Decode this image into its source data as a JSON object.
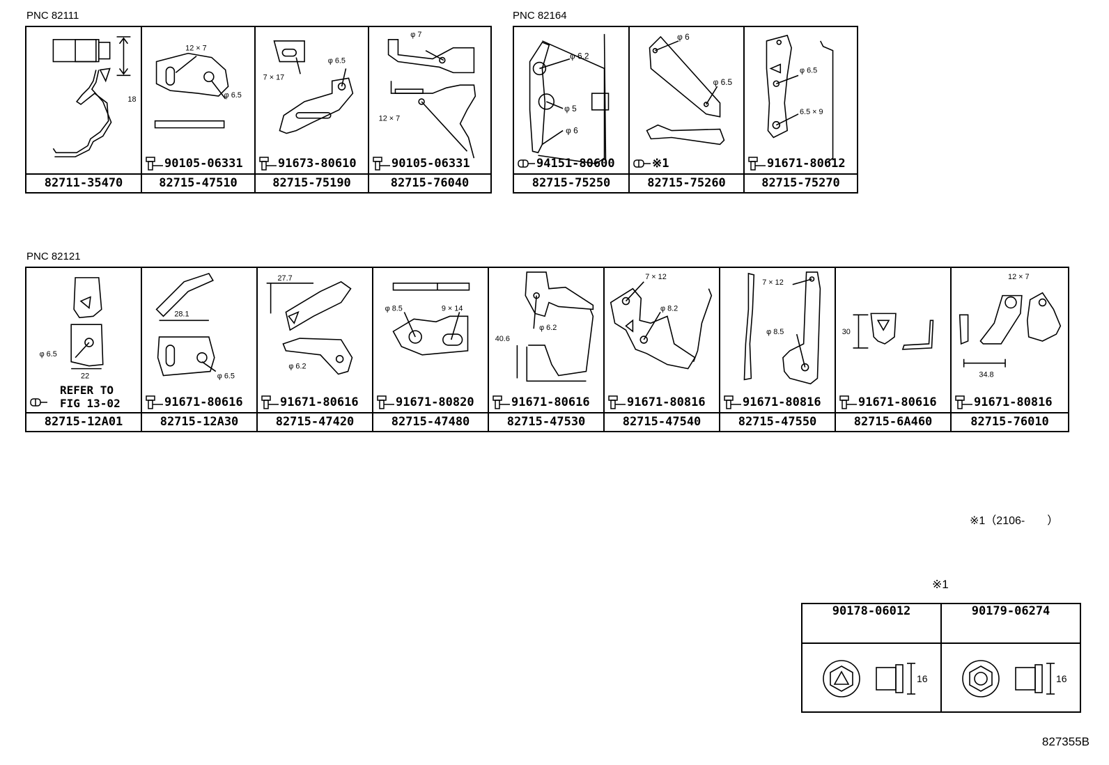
{
  "groups": [
    {
      "pnc": "PNC 82111",
      "items": [
        {
          "part": "82711-35470",
          "dims": [
            "18"
          ],
          "bolt": ""
        },
        {
          "part": "82715-47510",
          "dims": [
            "12 × 7",
            "φ 6.5"
          ],
          "bolt": "90105-06331"
        },
        {
          "part": "82715-75190",
          "dims": [
            "7 × 17",
            "φ 6.5"
          ],
          "bolt": "91673-80610"
        },
        {
          "part": "82715-76040",
          "dims": [
            "φ 7",
            "12 × 7"
          ],
          "bolt": "90105-06331"
        }
      ]
    },
    {
      "pnc": "PNC 82164",
      "items": [
        {
          "part": "82715-75250",
          "dims": [
            "φ 6.2",
            "φ 5",
            "φ 6"
          ],
          "bolt": "94151-80600"
        },
        {
          "part": "82715-75260",
          "dims": [
            "φ 6",
            "φ 6.5"
          ],
          "bolt": "※1"
        },
        {
          "part": "82715-75270",
          "dims": [
            "φ 6.5",
            "6.5 × 9"
          ],
          "bolt": "91671-80612"
        }
      ]
    },
    {
      "pnc": "PNC 82121",
      "items": [
        {
          "part": "82715-12A01",
          "dims": [
            "φ 6.5",
            "22"
          ],
          "bolt": "",
          "refer": [
            "REFER TO",
            "FIG 13-02"
          ]
        },
        {
          "part": "82715-12A30",
          "dims": [
            "28.1",
            "φ 6.5"
          ],
          "bolt": "91671-80616"
        },
        {
          "part": "82715-47420",
          "dims": [
            "27.7",
            "φ 6.2"
          ],
          "bolt": "91671-80616"
        },
        {
          "part": "82715-47480",
          "dims": [
            "φ 8.5",
            "9 × 14"
          ],
          "bolt": "91671-80820"
        },
        {
          "part": "82715-47530",
          "dims": [
            "φ 6.2",
            "40.6"
          ],
          "bolt": "91671-80616"
        },
        {
          "part": "82715-47540",
          "dims": [
            "7 × 12",
            "φ 8.2"
          ],
          "bolt": "91671-80816"
        },
        {
          "part": "82715-47550",
          "dims": [
            "7 × 12",
            "φ 8.5"
          ],
          "bolt": "91671-80816"
        },
        {
          "part": "82715-6A460",
          "dims": [
            "30"
          ],
          "bolt": "91671-80616"
        },
        {
          "part": "82715-76010",
          "dims": [
            "12 × 7",
            "34.8"
          ],
          "bolt": "91671-80816"
        }
      ]
    }
  ],
  "note": {
    "marker": "※1",
    "text": "※1（2106-　　）"
  },
  "note_table": {
    "title": "※1",
    "columns": [
      {
        "part": "90178-06012",
        "dim": "16",
        "icon": "nut-triangle-icon"
      },
      {
        "part": "90179-06274",
        "dim": "16",
        "icon": "nut-hex-icon"
      }
    ]
  },
  "doc_id": "827355B"
}
